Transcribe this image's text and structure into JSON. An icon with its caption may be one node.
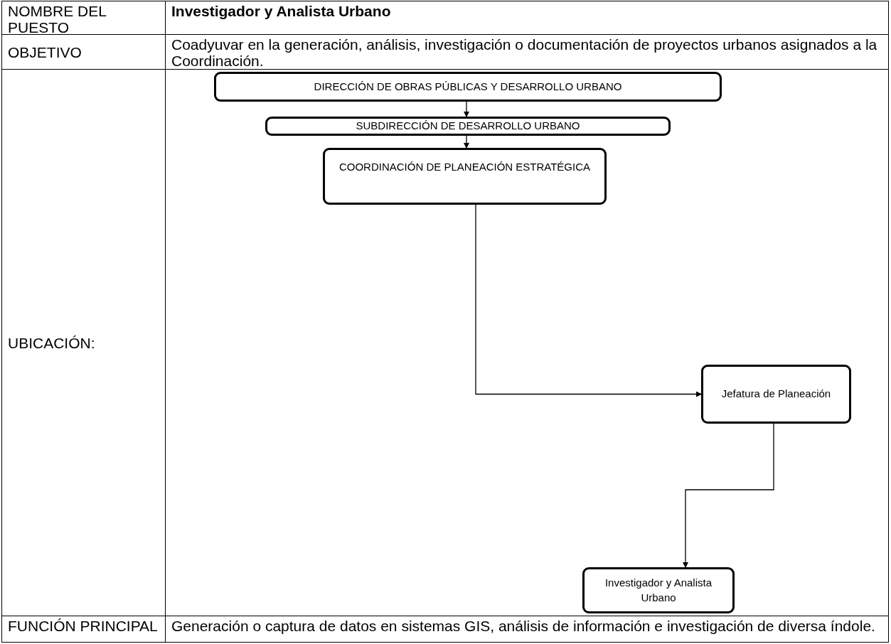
{
  "diagram": {
    "nodes": [
      {
        "text": [
          "DIRECCIÓN DE OBRAS PÚBLICAS Y DESARROLLO URBANO"
        ]
      },
      {
        "text": [
          "SUBDIRECCIÓN DE DESARROLLO URBANO"
        ]
      },
      {
        "text": [
          "COORDINACIÓN DE PLANEACIÓN ESTRATÉGICA"
        ]
      },
      {
        "text": [
          "Jefatura de Planeación"
        ]
      },
      {
        "text": [
          "Investigador y Analista Urbano"
        ]
      }
    ],
    "edges": [
      {
        "from": 0,
        "to": 1,
        "arrow": "to"
      },
      {
        "from": 1,
        "to": 2,
        "arrow": "to"
      },
      {
        "from": 2,
        "to": 3,
        "arrow": "to"
      },
      {
        "from": 3,
        "to": 4,
        "arrow": "to"
      }
    ],
    "labels": [
      "NOMBRE DEL PUESTO",
      "Investigador y Analista Urbano",
      "OBJETIVO",
      "Coadyuvar en la generación, análisis, investigación o documentación de proyectos urbanos asignados a la Coordinación.",
      "UBICACIÓN:",
      "FUNCIÓN PRINCIPAL",
      "Generación o captura de datos en sistemas GIS, análisis de información e investigación de diversa índole."
    ]
  }
}
